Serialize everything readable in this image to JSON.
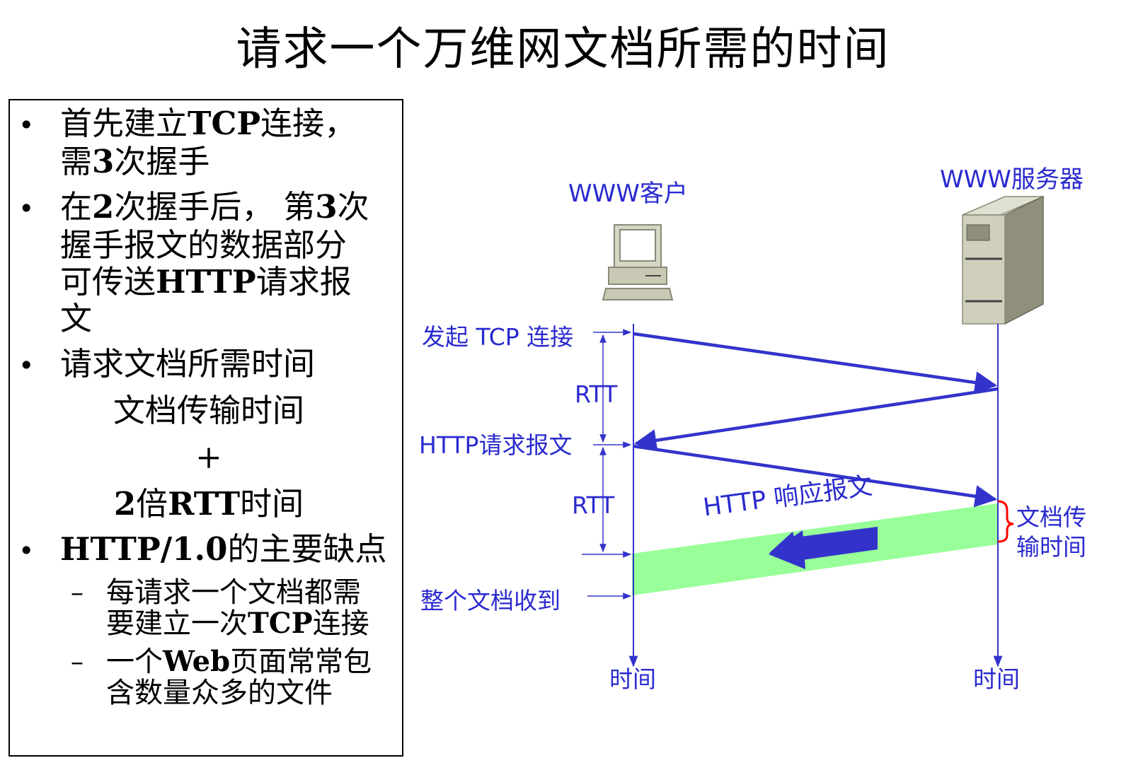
{
  "title": "请求一个万维网文档所需的时间",
  "left_panel": {
    "b1_l1a": "首先建立",
    "b1_l1b": "TCP",
    "b1_l1c": "连接，",
    "b1_l2a": "需",
    "b1_l2b": "3",
    "b1_l2c": "次握手",
    "b2_l1a": "在",
    "b2_l1b": "2",
    "b2_l1c": "次握手后，",
    "b2_l1d": "第",
    "b2_l1e": "3",
    "b2_l1f": "次",
    "b2_l2": "握手报文的数据部分",
    "b2_l3a": "可传送",
    "b2_l3b": "HTTP",
    "b2_l3c": "请求报",
    "b2_l4": "文",
    "b3_l1": "请求文档所需时间",
    "b3_l2": "文档传输时间",
    "b3_l3": "+",
    "b3_l4a": "2",
    "b3_l4b": "倍",
    "b3_l4c": "RTT",
    "b3_l4d": "时间",
    "b4_l1a": "HTTP/1.0",
    "b4_l1b": "的主要缺点",
    "s1_l1": "每请求一个文档都需",
    "s1_l2a": "要建立一次",
    "s1_l2b": "TCP",
    "s1_l2c": "连接",
    "s2_l1a": "一个",
    "s2_l1b": "Web",
    "s2_l1c": "页面常常包",
    "s2_l2": "含数量众多的文件"
  },
  "diagram": {
    "client_label": "WWW客户",
    "server_label": "WWW服务器",
    "tcp_start": "发起 TCP 连接",
    "rtt1": "RTT",
    "http_request": "HTTP请求报文",
    "rtt2": "RTT",
    "http_response": "HTTP 响应报文",
    "doc_transfer_l1": "文档传",
    "doc_transfer_l2": "输时间",
    "doc_received": "整个文档收到",
    "time_client": "时间",
    "time_server": "时间"
  },
  "colors": {
    "diagram_text": "#2a2acf",
    "arrow": "#3333cc",
    "green_band": "#99ff99",
    "brace": "#ff0000"
  }
}
